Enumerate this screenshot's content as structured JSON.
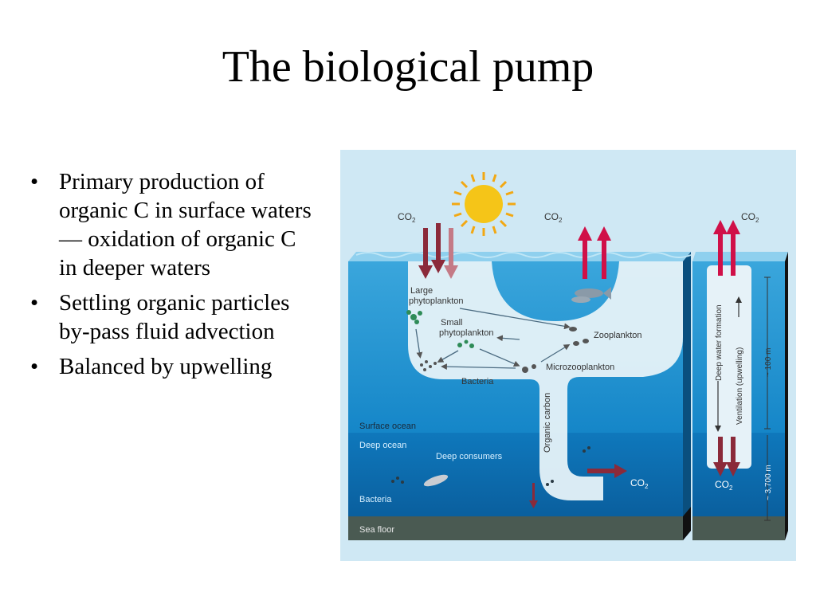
{
  "slide": {
    "title": "The biological pump",
    "bullets": [
      {
        "text": "Primary production of organic C in surface waters — oxidation of organic C in deeper waters"
      },
      {
        "text": "Settling organic particles by-pass fluid advection"
      },
      {
        "text": "Balanced by upwelling"
      }
    ]
  },
  "diagram": {
    "labels": {
      "co2": "CO",
      "co2_sub": "2",
      "large_phyto_1": "Large",
      "large_phyto_2": "phytoplankton",
      "small_phyto_1": "Small",
      "small_phyto_2": "phytoplankton",
      "zooplankton": "Zooplankton",
      "microzooplankton": "Microzooplankton",
      "bacteria_surface": "Bacteria",
      "organic_carbon": "Organic carbon",
      "surface_ocean": "Surface ocean",
      "deep_ocean": "Deep ocean",
      "deep_consumers": "Deep consumers",
      "bacteria_deep": "Bacteria",
      "sea_floor": "Sea floor",
      "deep_water_formation": "Deep water formation",
      "ventilation": "Ventilation (upwelling)",
      "depth_100": "~ 100 m",
      "depth_3700": "~ 3,700 m"
    },
    "colors": {
      "background": "#cfe8f4",
      "surface_water": "#1e90d0",
      "deep_water": "#0a6fb4",
      "sea_floor": "#4a5a52",
      "funnel": "#e6f2f8",
      "arrow_down": "#8b2a3a",
      "arrow_up": "#d01048",
      "sun": "#f5c518"
    }
  }
}
